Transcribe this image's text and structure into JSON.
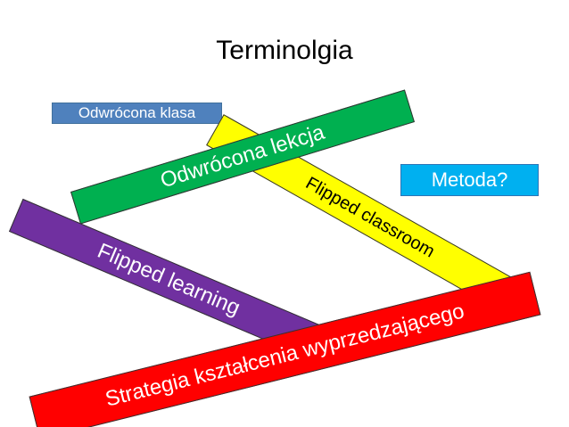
{
  "slide": {
    "title": "Terminolgia",
    "labels": {
      "klasa": "Odwrócona klasa",
      "metoda": "Metoda?",
      "lekcja": "Odwrócona lekcja",
      "flipped_classroom": "Flipped classroom",
      "flipped_learning": "Flipped learning",
      "strategia": "Strategia kształcenia wyprzedzającego"
    },
    "colors": {
      "klasa": "#4f81bd",
      "metoda": "#00b0f0",
      "lekcja": "#00b050",
      "flipped_classroom": "#ffff00",
      "flipped_learning": "#7030a0",
      "strategia": "#ff0000"
    }
  }
}
